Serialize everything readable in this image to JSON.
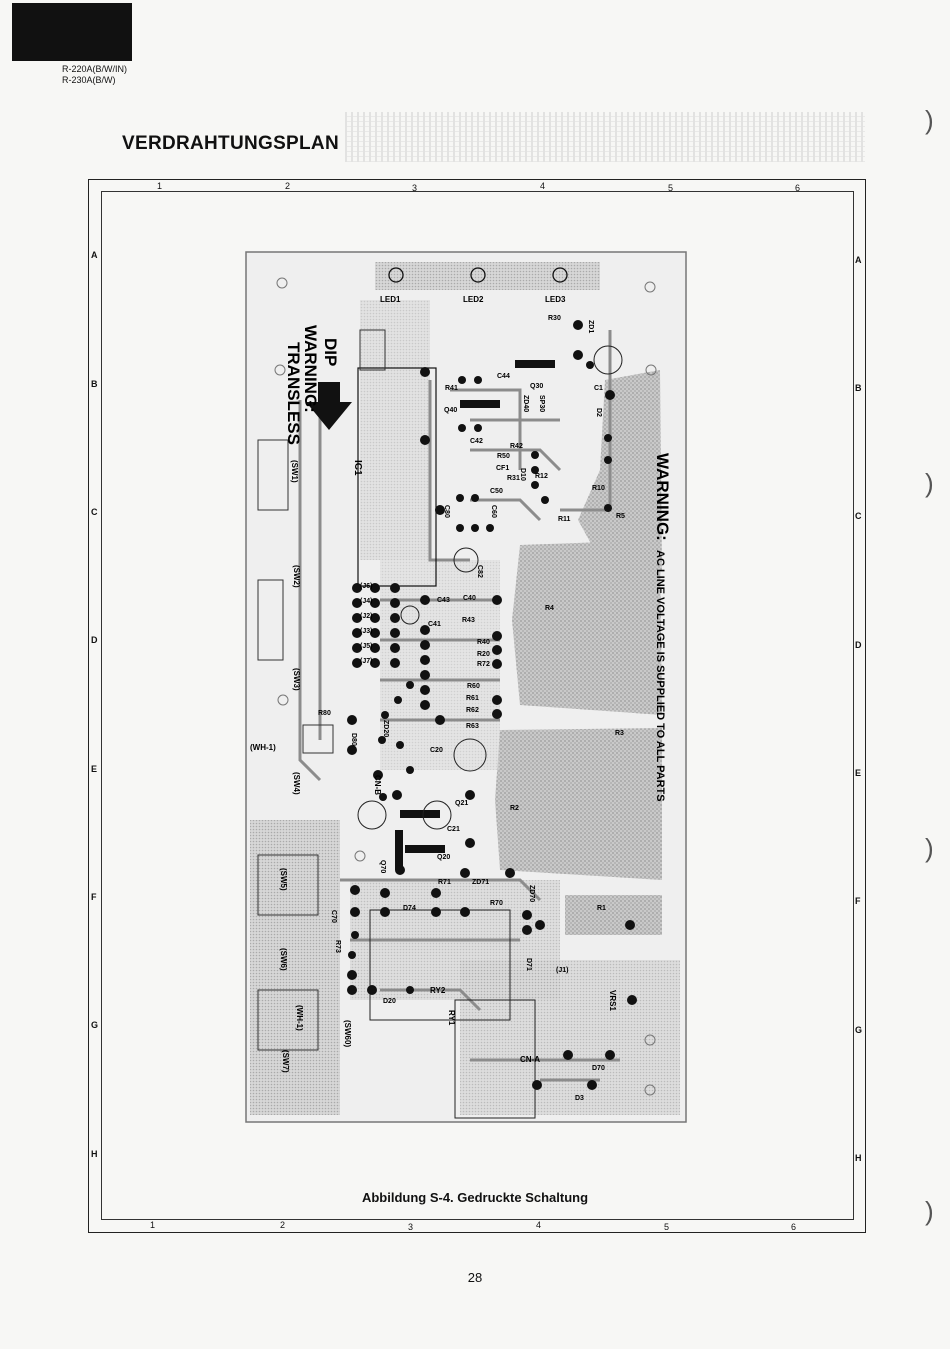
{
  "header": {
    "model_line_1": "R-220A(B/W/IN)",
    "model_line_2": "R-230A(B/W)",
    "heading": "VERDRAHTUNGSPLAN"
  },
  "grid": {
    "columns_top": [
      "1",
      "2",
      "3",
      "4",
      "5",
      "6"
    ],
    "columns_bottom": [
      "1",
      "2",
      "3",
      "4",
      "5",
      "6"
    ],
    "rows": [
      "A",
      "B",
      "C",
      "D",
      "E",
      "F",
      "G",
      "H"
    ]
  },
  "board": {
    "warning_dip": "WARNING:",
    "dip": "DIP",
    "transless": "TRANSLESS",
    "warning_ac_title": "WARNING:",
    "warning_ac_text": "AC LINE VOLTAGE IS SUPPLIED TO ALL PARTS",
    "leds": [
      "LED1",
      "LED2",
      "LED3"
    ],
    "ic_label": "IC1",
    "switches": [
      "(SW1)",
      "(SW2)",
      "(SW3)",
      "(SW4)",
      "(SW5)",
      "(SW6)",
      "(SW7)",
      "(SW60)"
    ],
    "connectors": [
      "(WH-1)",
      "(WH-1)",
      "CN-A",
      "CN-B"
    ],
    "relays": [
      "RY1",
      "RY2"
    ],
    "resistors": [
      "R1",
      "R2",
      "R3",
      "R4",
      "R5",
      "R10",
      "R11",
      "R12",
      "R20",
      "R30",
      "R31",
      "R40",
      "R41",
      "R42",
      "R43",
      "R50",
      "R60",
      "R61",
      "R62",
      "R63",
      "R70",
      "R71",
      "R72",
      "R73",
      "R80"
    ],
    "capacitors": [
      "C1",
      "C20",
      "C21",
      "C40",
      "C41",
      "C42",
      "C43",
      "C44",
      "C50",
      "C60",
      "C70",
      "C80",
      "C82"
    ],
    "diodes": [
      "D2",
      "D3",
      "D10",
      "D20",
      "D70",
      "D71",
      "D74",
      "D80"
    ],
    "zeners": [
      "ZD1",
      "ZD20",
      "ZD40",
      "ZD70",
      "ZD71"
    ],
    "transistors": [
      "Q20",
      "Q21",
      "Q30",
      "Q40",
      "Q70"
    ],
    "jumpers": [
      "(J1)",
      "(J2)",
      "(J3)",
      "(J4)",
      "(J5)",
      "(J6)",
      "(J7)"
    ],
    "misc": [
      "VRS1",
      "CF1",
      "SP30"
    ]
  },
  "caption": "Abbildung S-4. Gedruckte Schaltung",
  "page_number": "28"
}
